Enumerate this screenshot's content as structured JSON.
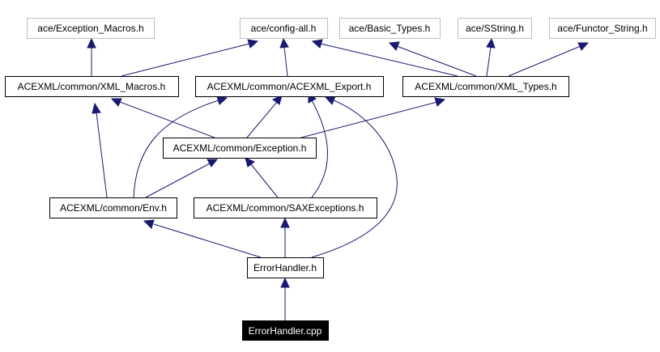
{
  "diagram": {
    "nodes": {
      "exception_macros": "ace/Exception_Macros.h",
      "config_all": "ace/config-all.h",
      "basic_types": "ace/Basic_Types.h",
      "sstring": "ace/SString.h",
      "functor_string": "ace/Functor_String.h",
      "xml_macros": "ACEXML/common/XML_Macros.h",
      "acexml_export": "ACEXML/common/ACEXML_Export.h",
      "xml_types": "ACEXML/common/XML_Types.h",
      "exception": "ACEXML/common/Exception.h",
      "env": "ACEXML/common/Env.h",
      "sax_exceptions": "ACEXML/common/SAXExceptions.h",
      "error_handler_h": "ErrorHandler.h",
      "error_handler_cpp": "ErrorHandler.cpp"
    },
    "colors": {
      "edge": "#191970",
      "external_border": "#bfbfbf",
      "internal_border": "#000000",
      "root_fill": "#000000"
    }
  }
}
